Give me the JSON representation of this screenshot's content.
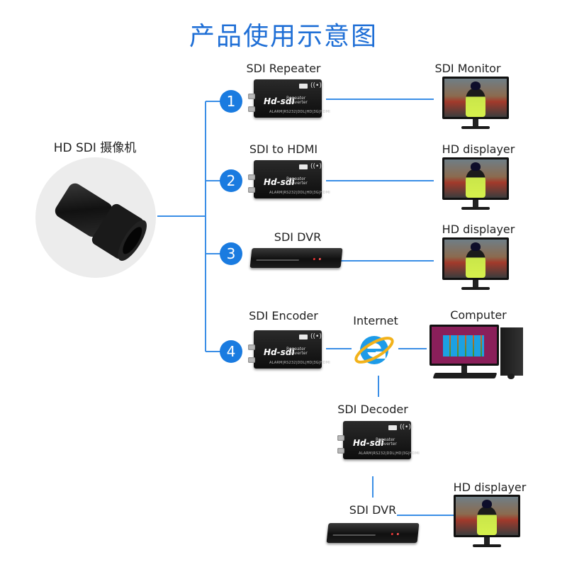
{
  "title": "产品使用示意图",
  "camera": {
    "label": "HD SDI 摄像机"
  },
  "branches": [
    {
      "number": "1",
      "device_label": "SDI Repeater",
      "output_label": "SDI Monitor"
    },
    {
      "number": "2",
      "device_label": "SDI to HDMI",
      "output_label": "HD displayer"
    },
    {
      "number": "3",
      "device_label": "SDI DVR",
      "output_label": "HD displayer"
    },
    {
      "number": "4",
      "device_label": "SDI Encoder",
      "output_label": "Computer"
    }
  ],
  "internet": {
    "label": "Internet"
  },
  "decoder": {
    "label": "SDI Decoder"
  },
  "final": {
    "dvr_label": "SDI DVR",
    "display_label": "HD displayer"
  },
  "box_text": {
    "logo": "Hd-sdi",
    "line1": "Repeater",
    "line2": "Converter",
    "fine": "ALARM|RS232|DDL|HD|3G|HDMI"
  },
  "colors": {
    "accent": "#1a7be0",
    "wire": "#3a8ee6",
    "title": "#1f6fd6"
  }
}
